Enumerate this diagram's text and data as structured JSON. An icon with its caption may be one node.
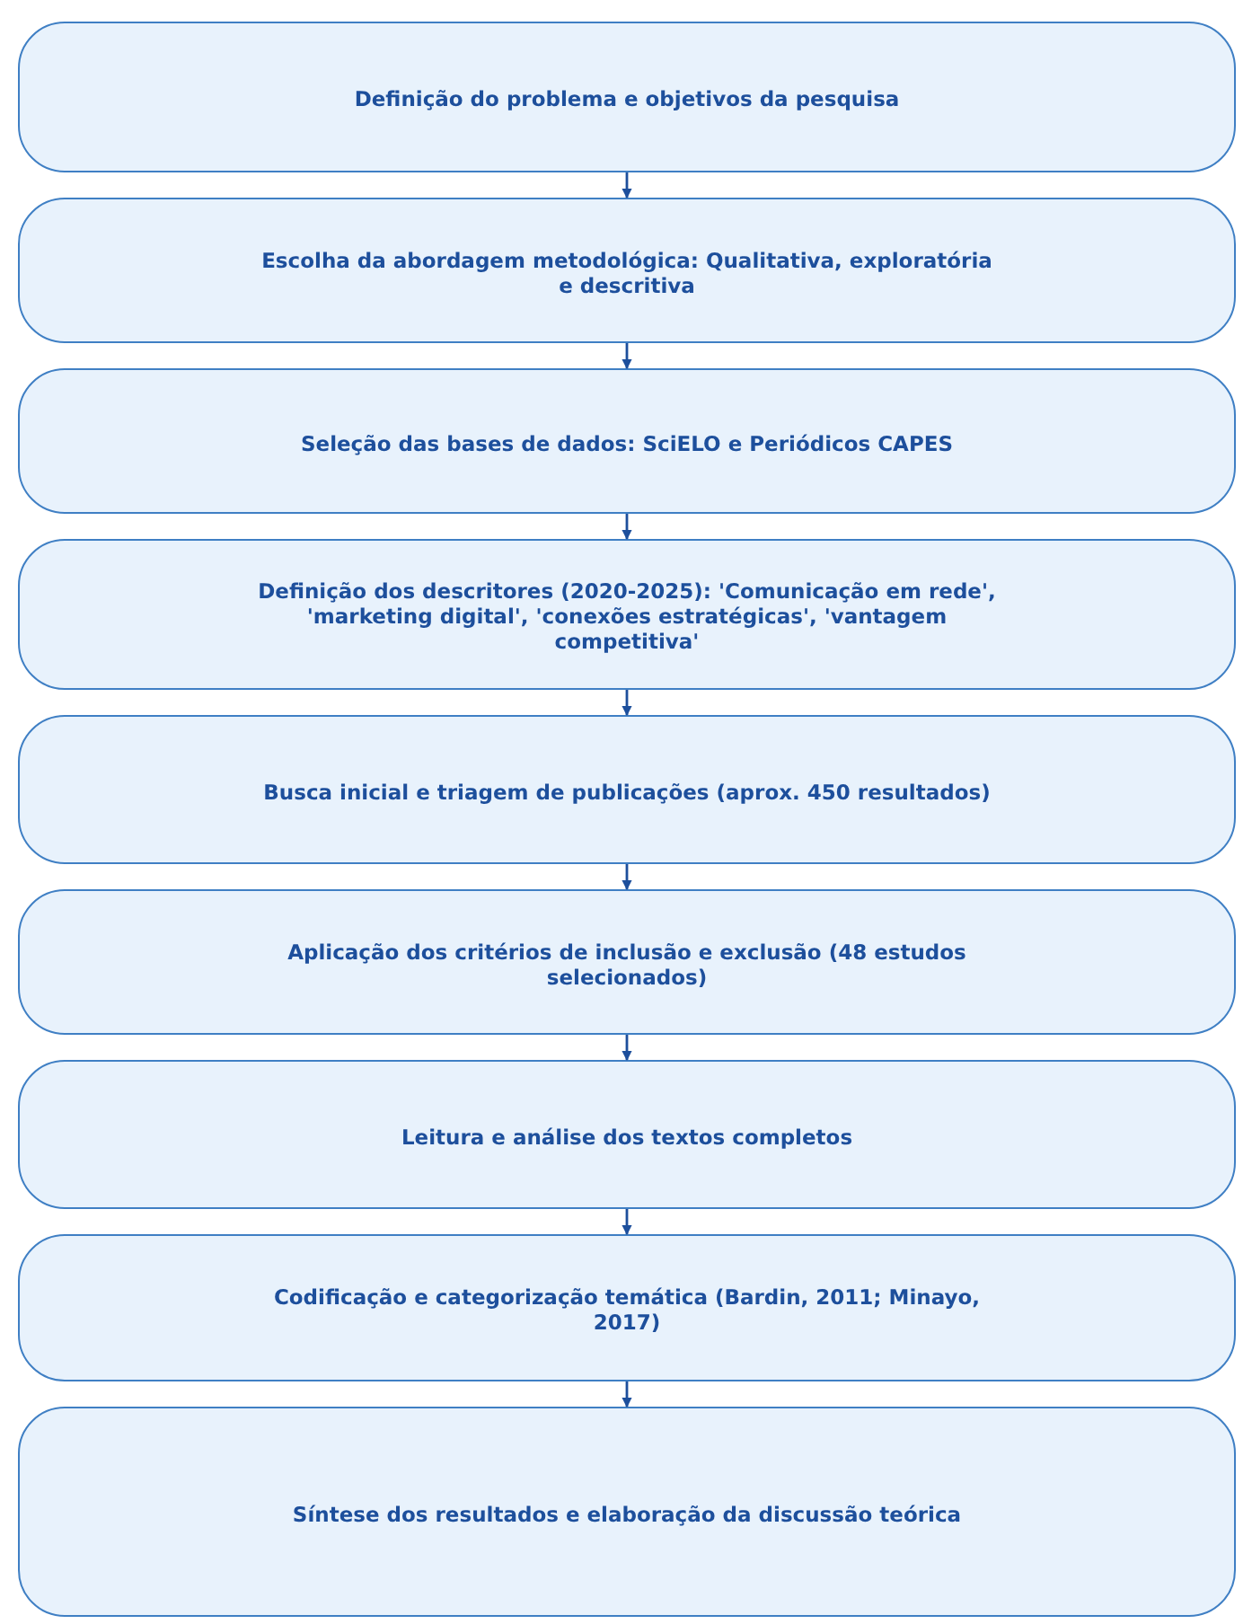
{
  "diagram": {
    "nodes": [
      {
        "text": [
          "Definição do problema e objetivos da pesquisa"
        ]
      },
      {
        "text": [
          "Escolha da abordagem metodológica: Qualitativa, exploratória e descritiva"
        ]
      },
      {
        "text": [
          "Seleção das bases de dados: SciELO e Periódicos CAPES"
        ]
      },
      {
        "text": [
          "Definição dos descritores (2020-2025): 'Comunicação em rede', 'marketing digital', 'conexões estratégicas', 'vantagem competitiva'"
        ]
      },
      {
        "text": [
          "Busca inicial e triagem de publicações (aprox. 450 resultados)"
        ]
      },
      {
        "text": [
          "Aplicação dos critérios de inclusão e exclusão (48 estudos selecionados)"
        ]
      },
      {
        "text": [
          "Leitura e análise dos textos completos"
        ]
      },
      {
        "text": [
          "Codificação e categorização temática (Bardin, 2011; Minayo, 2017)"
        ]
      },
      {
        "text": [
          "Síntese dos resultados e elaboração da discussão teórica"
        ]
      }
    ],
    "edges": [
      {
        "from": 0,
        "to": 1,
        "arrow": "to"
      },
      {
        "from": 1,
        "to": 2,
        "arrow": "to"
      },
      {
        "from": 2,
        "to": 3,
        "arrow": "to"
      },
      {
        "from": 3,
        "to": 4,
        "arrow": "to"
      },
      {
        "from": 4,
        "to": 5,
        "arrow": "to"
      },
      {
        "from": 5,
        "to": 6,
        "arrow": "to"
      },
      {
        "from": 6,
        "to": 7,
        "arrow": "to"
      },
      {
        "from": 7,
        "to": 8,
        "arrow": "to"
      }
    ]
  }
}
